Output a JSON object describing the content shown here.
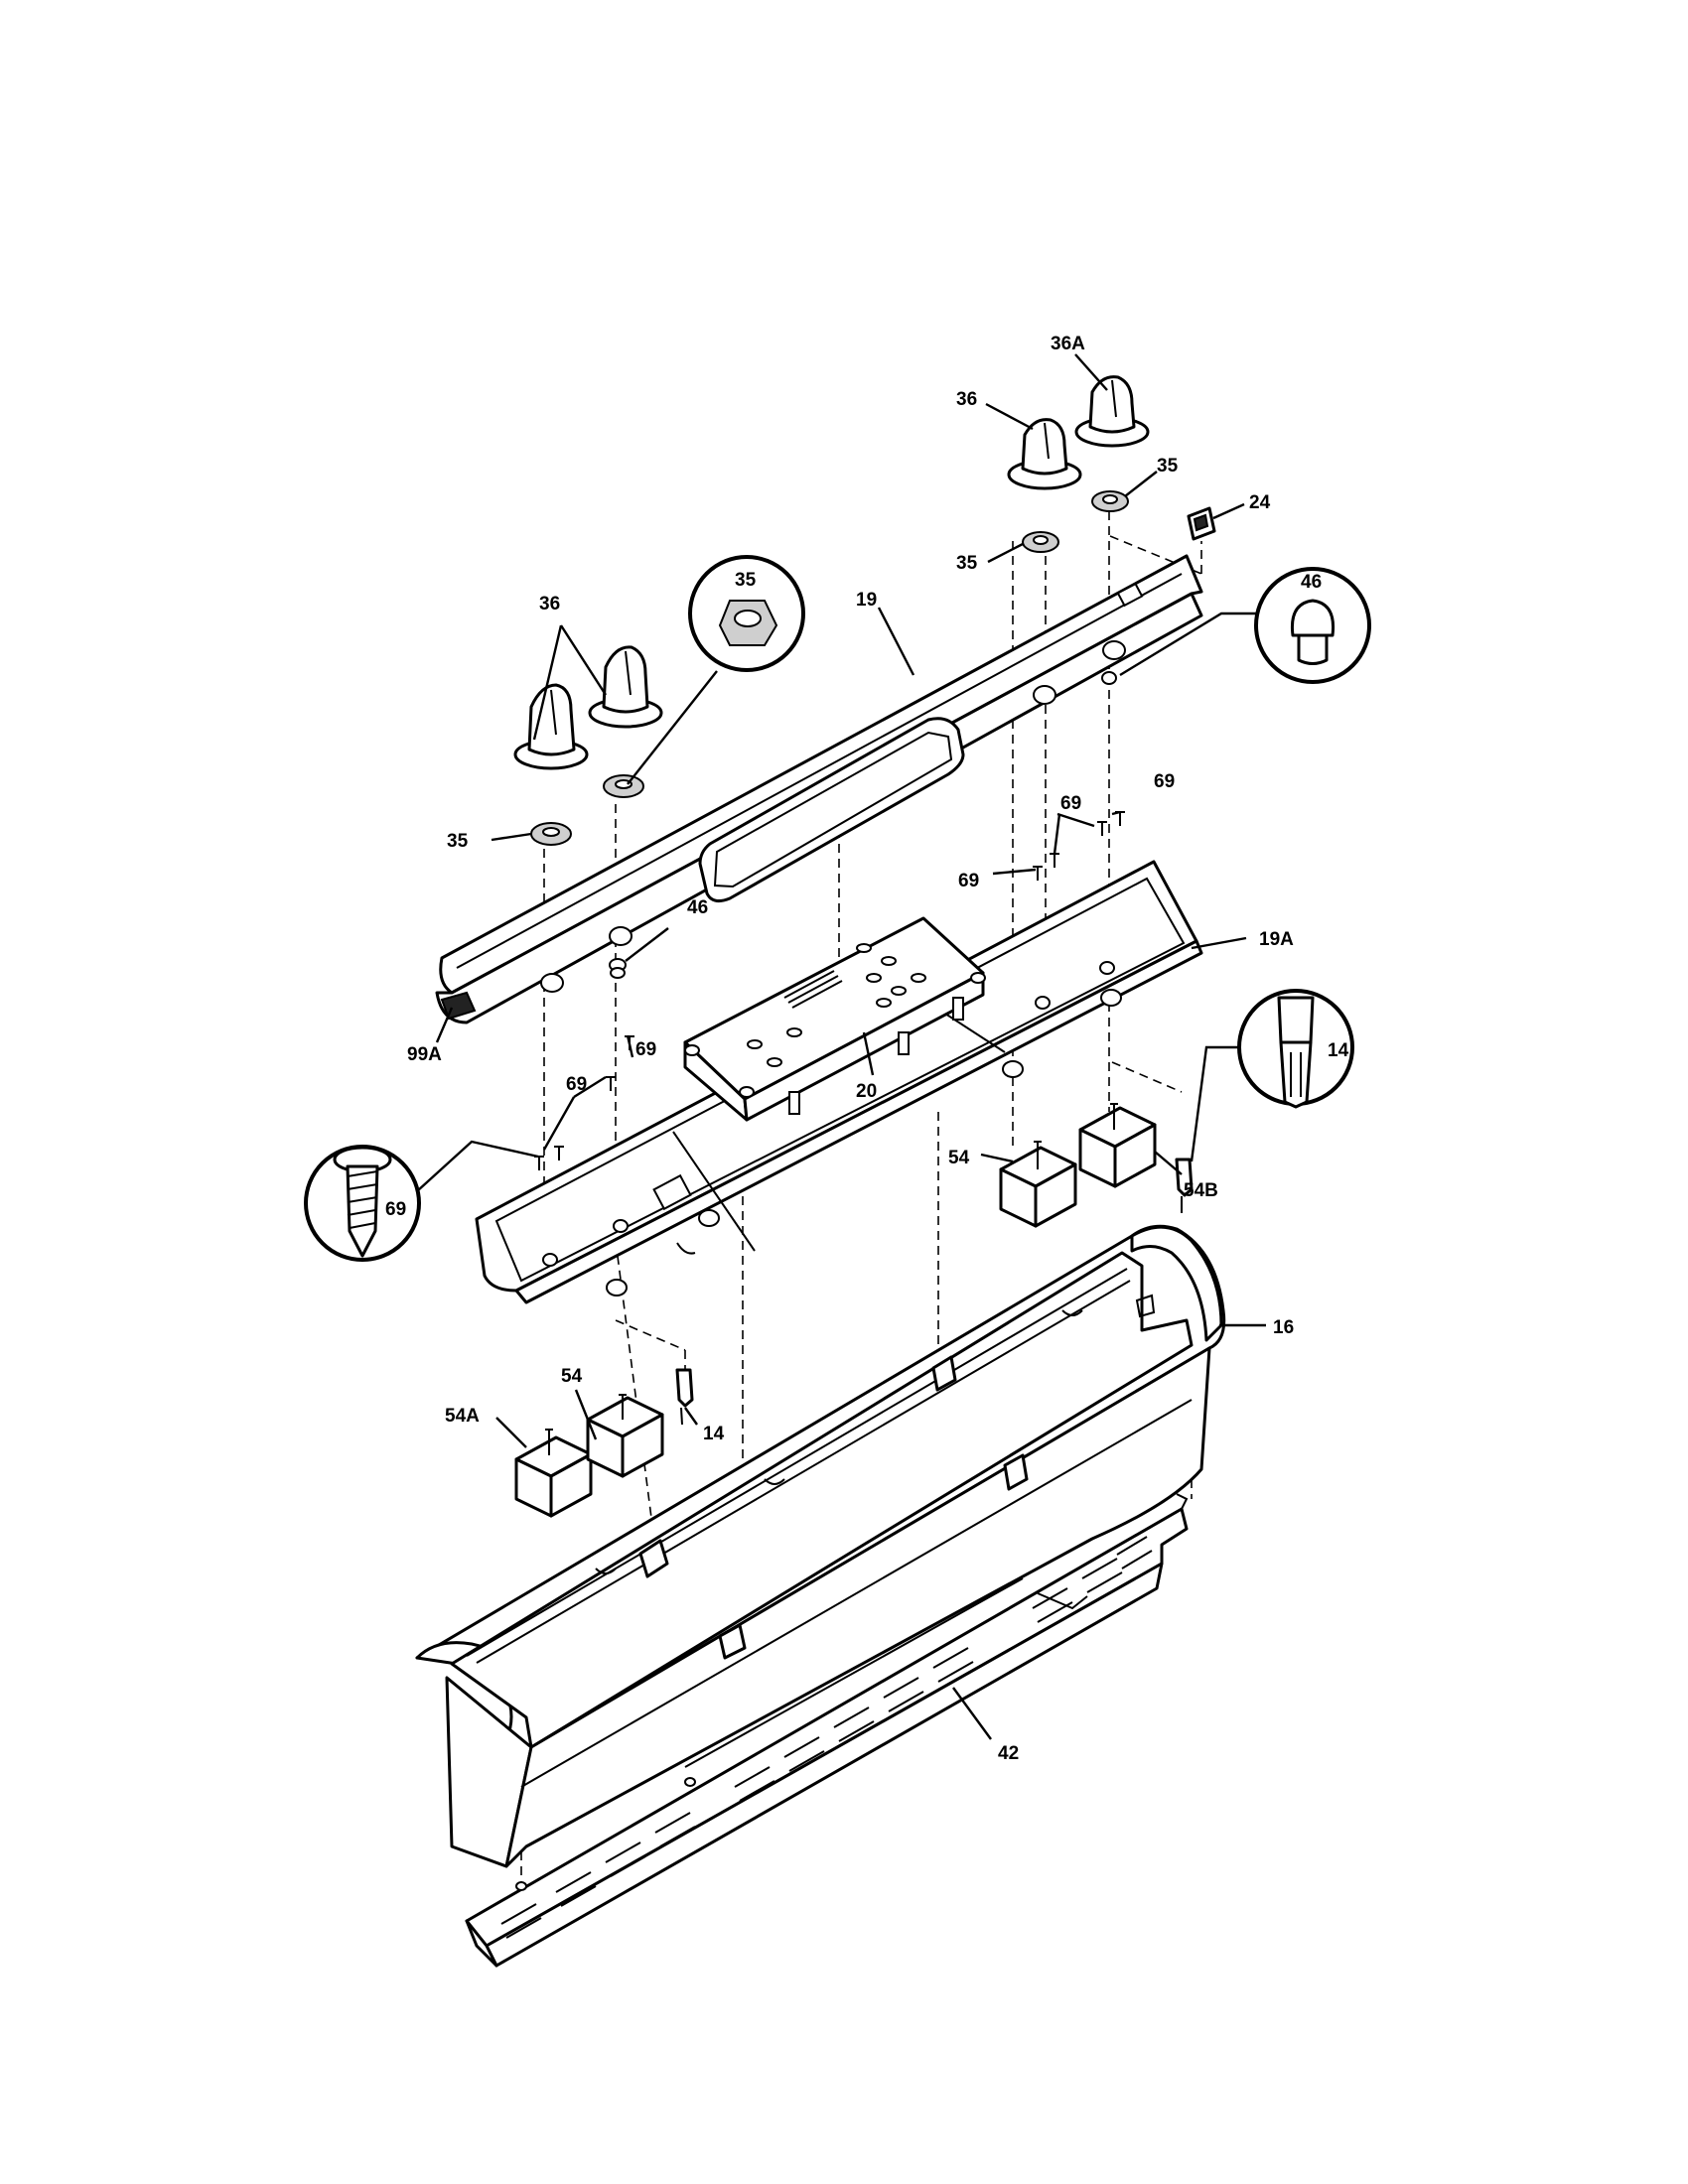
{
  "diagram": {
    "labels": {
      "l36a": "36A",
      "l36_right": "36",
      "l35_right_top": "35",
      "l24": "24",
      "l35_right_mid": "35",
      "l46_callout": "46",
      "l19": "19",
      "l35_callout": "35",
      "l36_left": "36",
      "l35_left": "35",
      "l46_left": "46",
      "l99a": "99A",
      "l69_a": "69",
      "l69_b": "69",
      "l69_c": "69",
      "l19a": "19A",
      "l69_d": "69",
      "l69_e": "69",
      "l14_callout": "14",
      "l69_callout": "69",
      "l20": "20",
      "l54_right": "54",
      "l54b": "54B",
      "l16": "16",
      "l54_left": "54",
      "l54a": "54A",
      "l14_left": "14",
      "l42": "42"
    }
  }
}
